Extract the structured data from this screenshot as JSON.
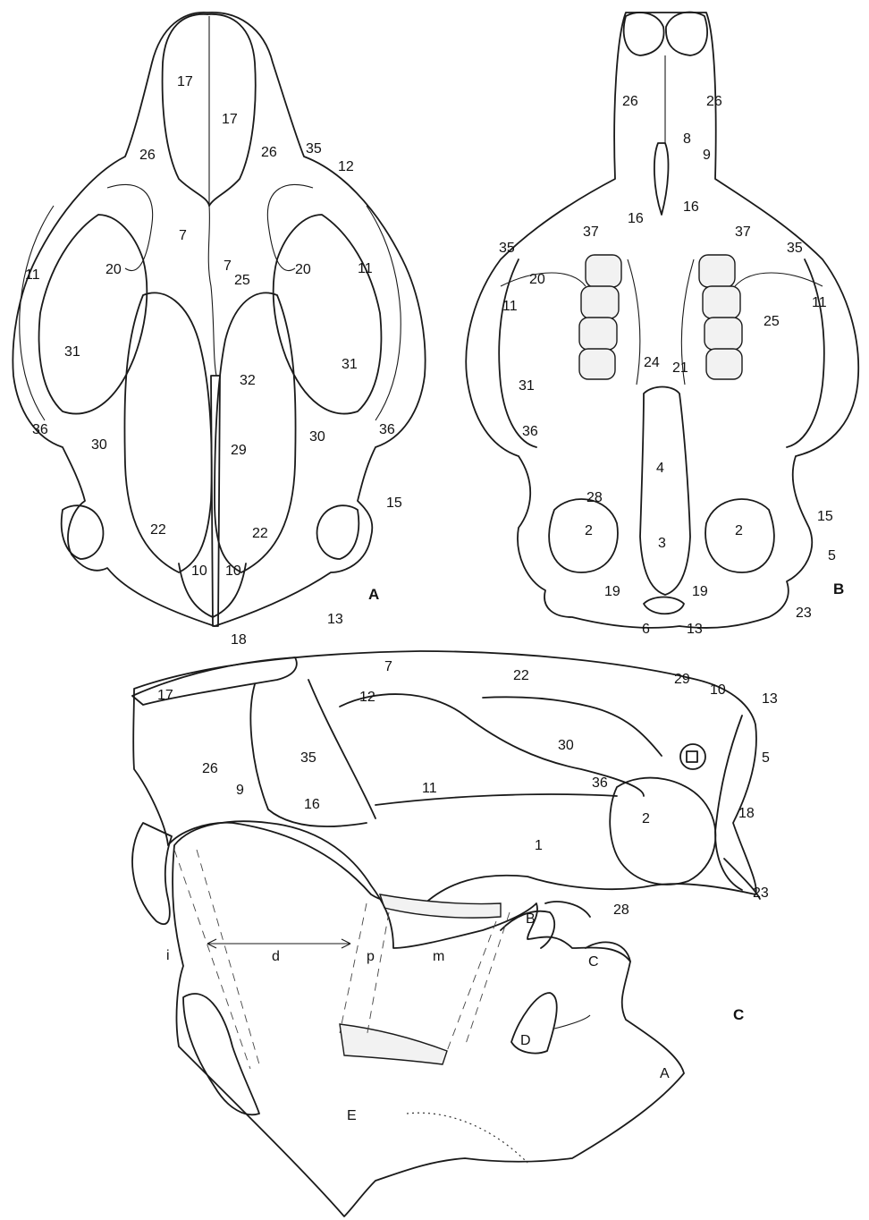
{
  "panels": {
    "A": "A",
    "B": "B",
    "C": "C"
  },
  "labels_a": [
    "17",
    "17",
    "26",
    "26",
    "35",
    "12",
    "7",
    "7",
    "25",
    "20",
    "20",
    "11",
    "11",
    "31",
    "31",
    "32",
    "29",
    "30",
    "30",
    "36",
    "36",
    "22",
    "22",
    "15",
    "10",
    "10",
    "13",
    "18"
  ],
  "labels_b": [
    "26",
    "26",
    "8",
    "9",
    "16",
    "16",
    "37",
    "37",
    "35",
    "35",
    "20",
    "11",
    "11",
    "25",
    "24",
    "21",
    "31",
    "36",
    "4",
    "28",
    "15",
    "2",
    "2",
    "3",
    "5",
    "19",
    "19",
    "23",
    "6",
    "13"
  ],
  "labels_c": [
    "7",
    "22",
    "29",
    "10",
    "13",
    "17",
    "12",
    "26",
    "35",
    "30",
    "5",
    "9",
    "16",
    "11",
    "36",
    "18",
    "2",
    "1",
    "23",
    "28"
  ],
  "mandible_labels": [
    "B",
    "C",
    "D",
    "A",
    "E"
  ],
  "dimension_labels": [
    "i",
    "d",
    "p",
    "m"
  ]
}
